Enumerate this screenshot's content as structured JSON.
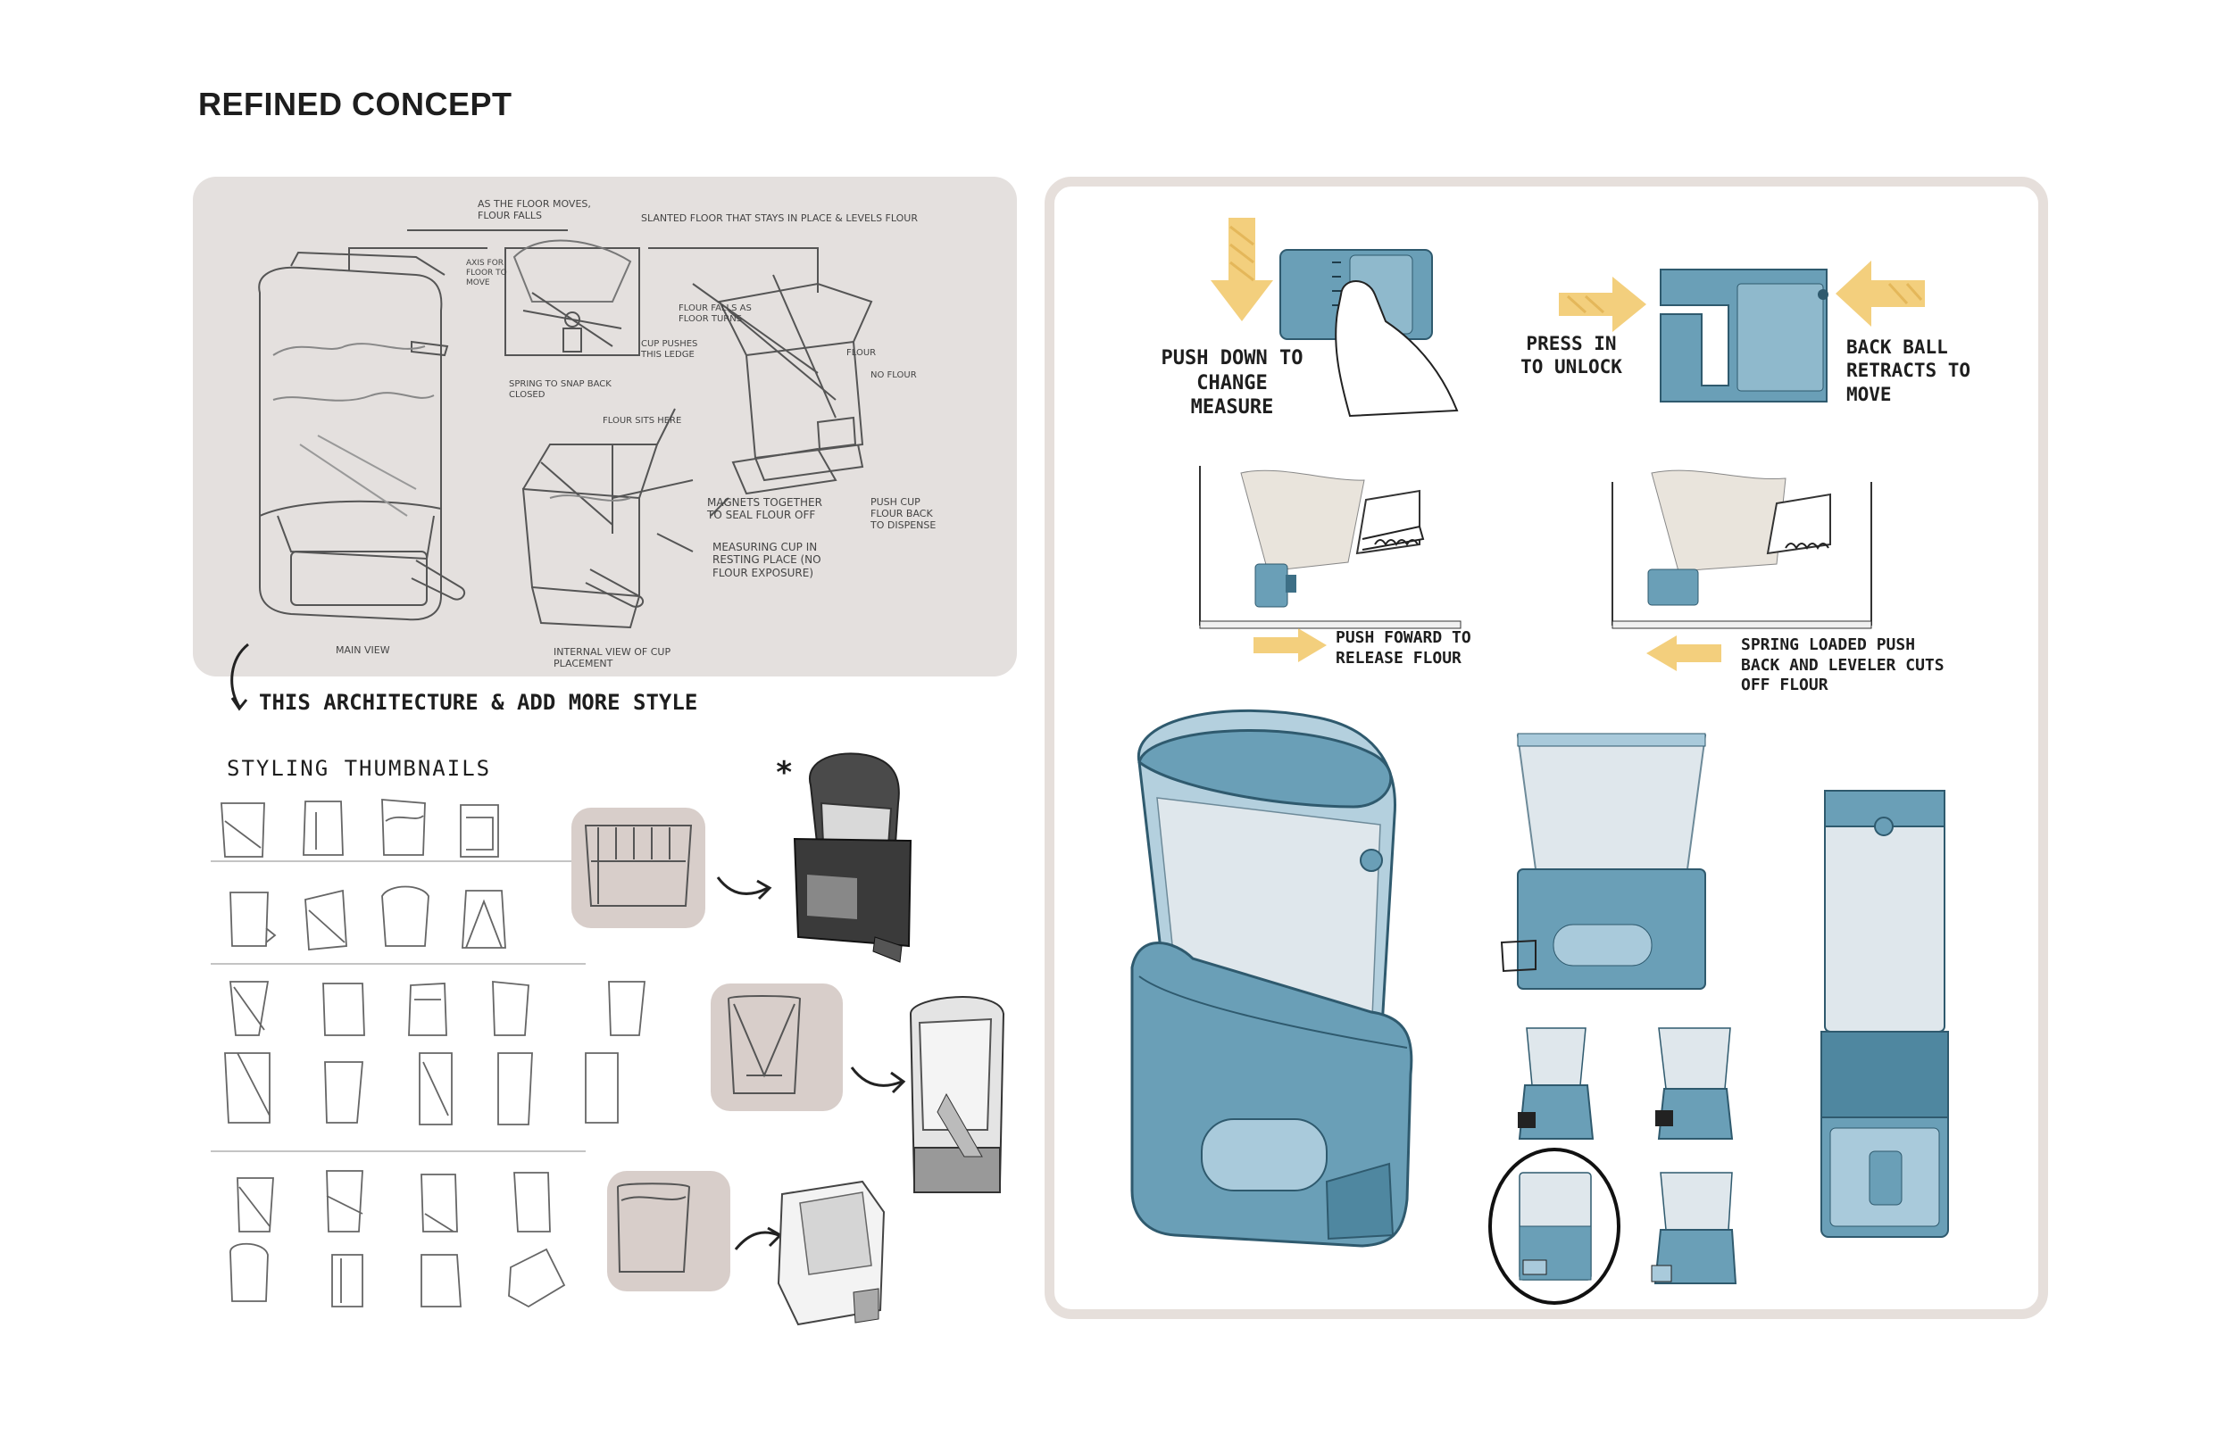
{
  "page": {
    "title": "REFINED CONCEPT"
  },
  "sketch_notes": {
    "floor_moves": "AS THE FLOOR MOVES, FLOUR FALLS",
    "slanted_floor": "SLANTED FLOOR THAT STAYS IN PLACE & LEVELS FLOUR",
    "axis": "AXIS FOR FLOOR TO MOVE",
    "spring": "SPRING TO SNAP BACK CLOSED",
    "flour_falls": "FLOUR FALLS AS FLOOR TURNS",
    "cup_pushes": "CUP PUSHES THIS LEDGE",
    "flour": "FLOUR",
    "no_flour": "NO FLOUR",
    "flour_sits": "FLOUR SITS HERE",
    "magnets": "MAGNETS TOGETHER TO SEAL FLOUR OFF",
    "measuring_cup": "MEASURING CUP IN RESTING PLACE (NO FLOUR EXPOSURE)",
    "push_cup": "PUSH CUP FLOUR BACK TO DISPENSE",
    "main_view": "MAIN VIEW",
    "internal_view": "INTERNAL VIEW OF CUP PLACEMENT"
  },
  "architecture_note": "THIS ARCHITECTURE & ADD MORE STYLE",
  "thumbnails_heading": "STYLING THUMBNAILS",
  "thumbnail_marker": "*",
  "annotations": {
    "push_down": "PUSH DOWN TO CHANGE MEASURE",
    "press_unlock": "PRESS IN TO UNLOCK",
    "back_ball": "BACK BALL RETRACTS TO MOVE",
    "push_forward": "PUSH FOWARD TO RELEASE FLOUR",
    "spring_loaded": "SPRING LOADED PUSH BACK AND LEVELER CUTS OFF FLOUR"
  },
  "colors": {
    "product_blue": "#6a9fb7",
    "product_blue_light": "#a9cadb",
    "product_blue_dark": "#3d6f86",
    "arrow_yellow": "#f3cf7d",
    "left_panel_bg": "#e4e0de",
    "right_panel_border": "#e6dfdb",
    "tile_bg": "#d8ceca",
    "flour": "#e9e4dc"
  }
}
